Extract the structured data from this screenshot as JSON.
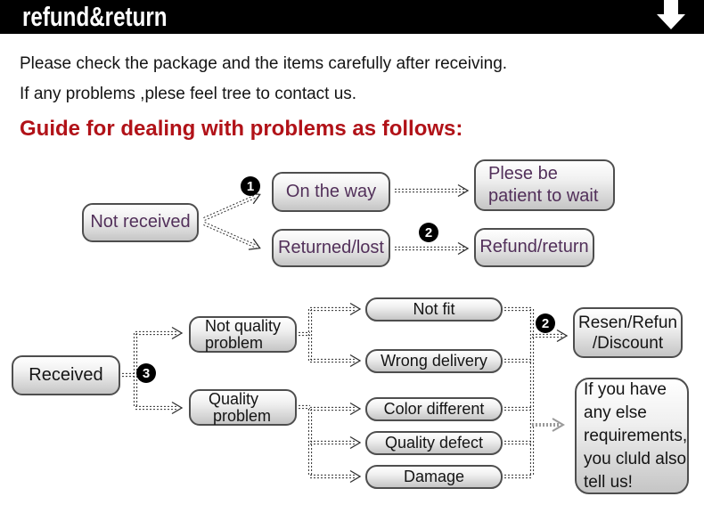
{
  "banner": {
    "title": "refund&return"
  },
  "intro": {
    "line1": "Please check the package and the items carefully after receiving.",
    "line2": "If any problems ,plese feel tree to contact us."
  },
  "heading": "Guide for dealing with problems as follows:",
  "colors": {
    "banner_bg": "#000000",
    "heading_red": "#b11218",
    "node_text_purple": "#52305a",
    "node_border": "#4e4e4e",
    "node_fill_top": "#ffffff",
    "node_fill_bottom": "#c5c5c5",
    "badge_bg": "#000000",
    "connector": "#2e2e2e"
  },
  "flow_top": {
    "not_received": "Not received",
    "badge_1": "1",
    "on_the_way": "On the way",
    "returned_lost": "Returned/lost",
    "badge_2": "2",
    "patient": {
      "line1": "Plese be",
      "line2": "patient to wait"
    },
    "refund_return": "Refund/return"
  },
  "flow_bottom": {
    "received": "Received",
    "badge_3": "3",
    "not_quality": {
      "line1": "Not quality",
      "line2": "problem"
    },
    "quality": {
      "line1": "Quality",
      "line2": "problem"
    },
    "not_fit": "Not fit",
    "wrong_delivery": "Wrong delivery",
    "color_different": "Color different",
    "quality_defect": "Quality defect",
    "damage": "Damage",
    "badge_2": "2",
    "resen": {
      "line1": "Resen/Refun",
      "line2": "/Discount"
    },
    "more_info": {
      "line1": "If you have",
      "line2": "any else",
      "line3": "requirements,",
      "line4": "you cluld also",
      "line5": "tell us!"
    }
  }
}
